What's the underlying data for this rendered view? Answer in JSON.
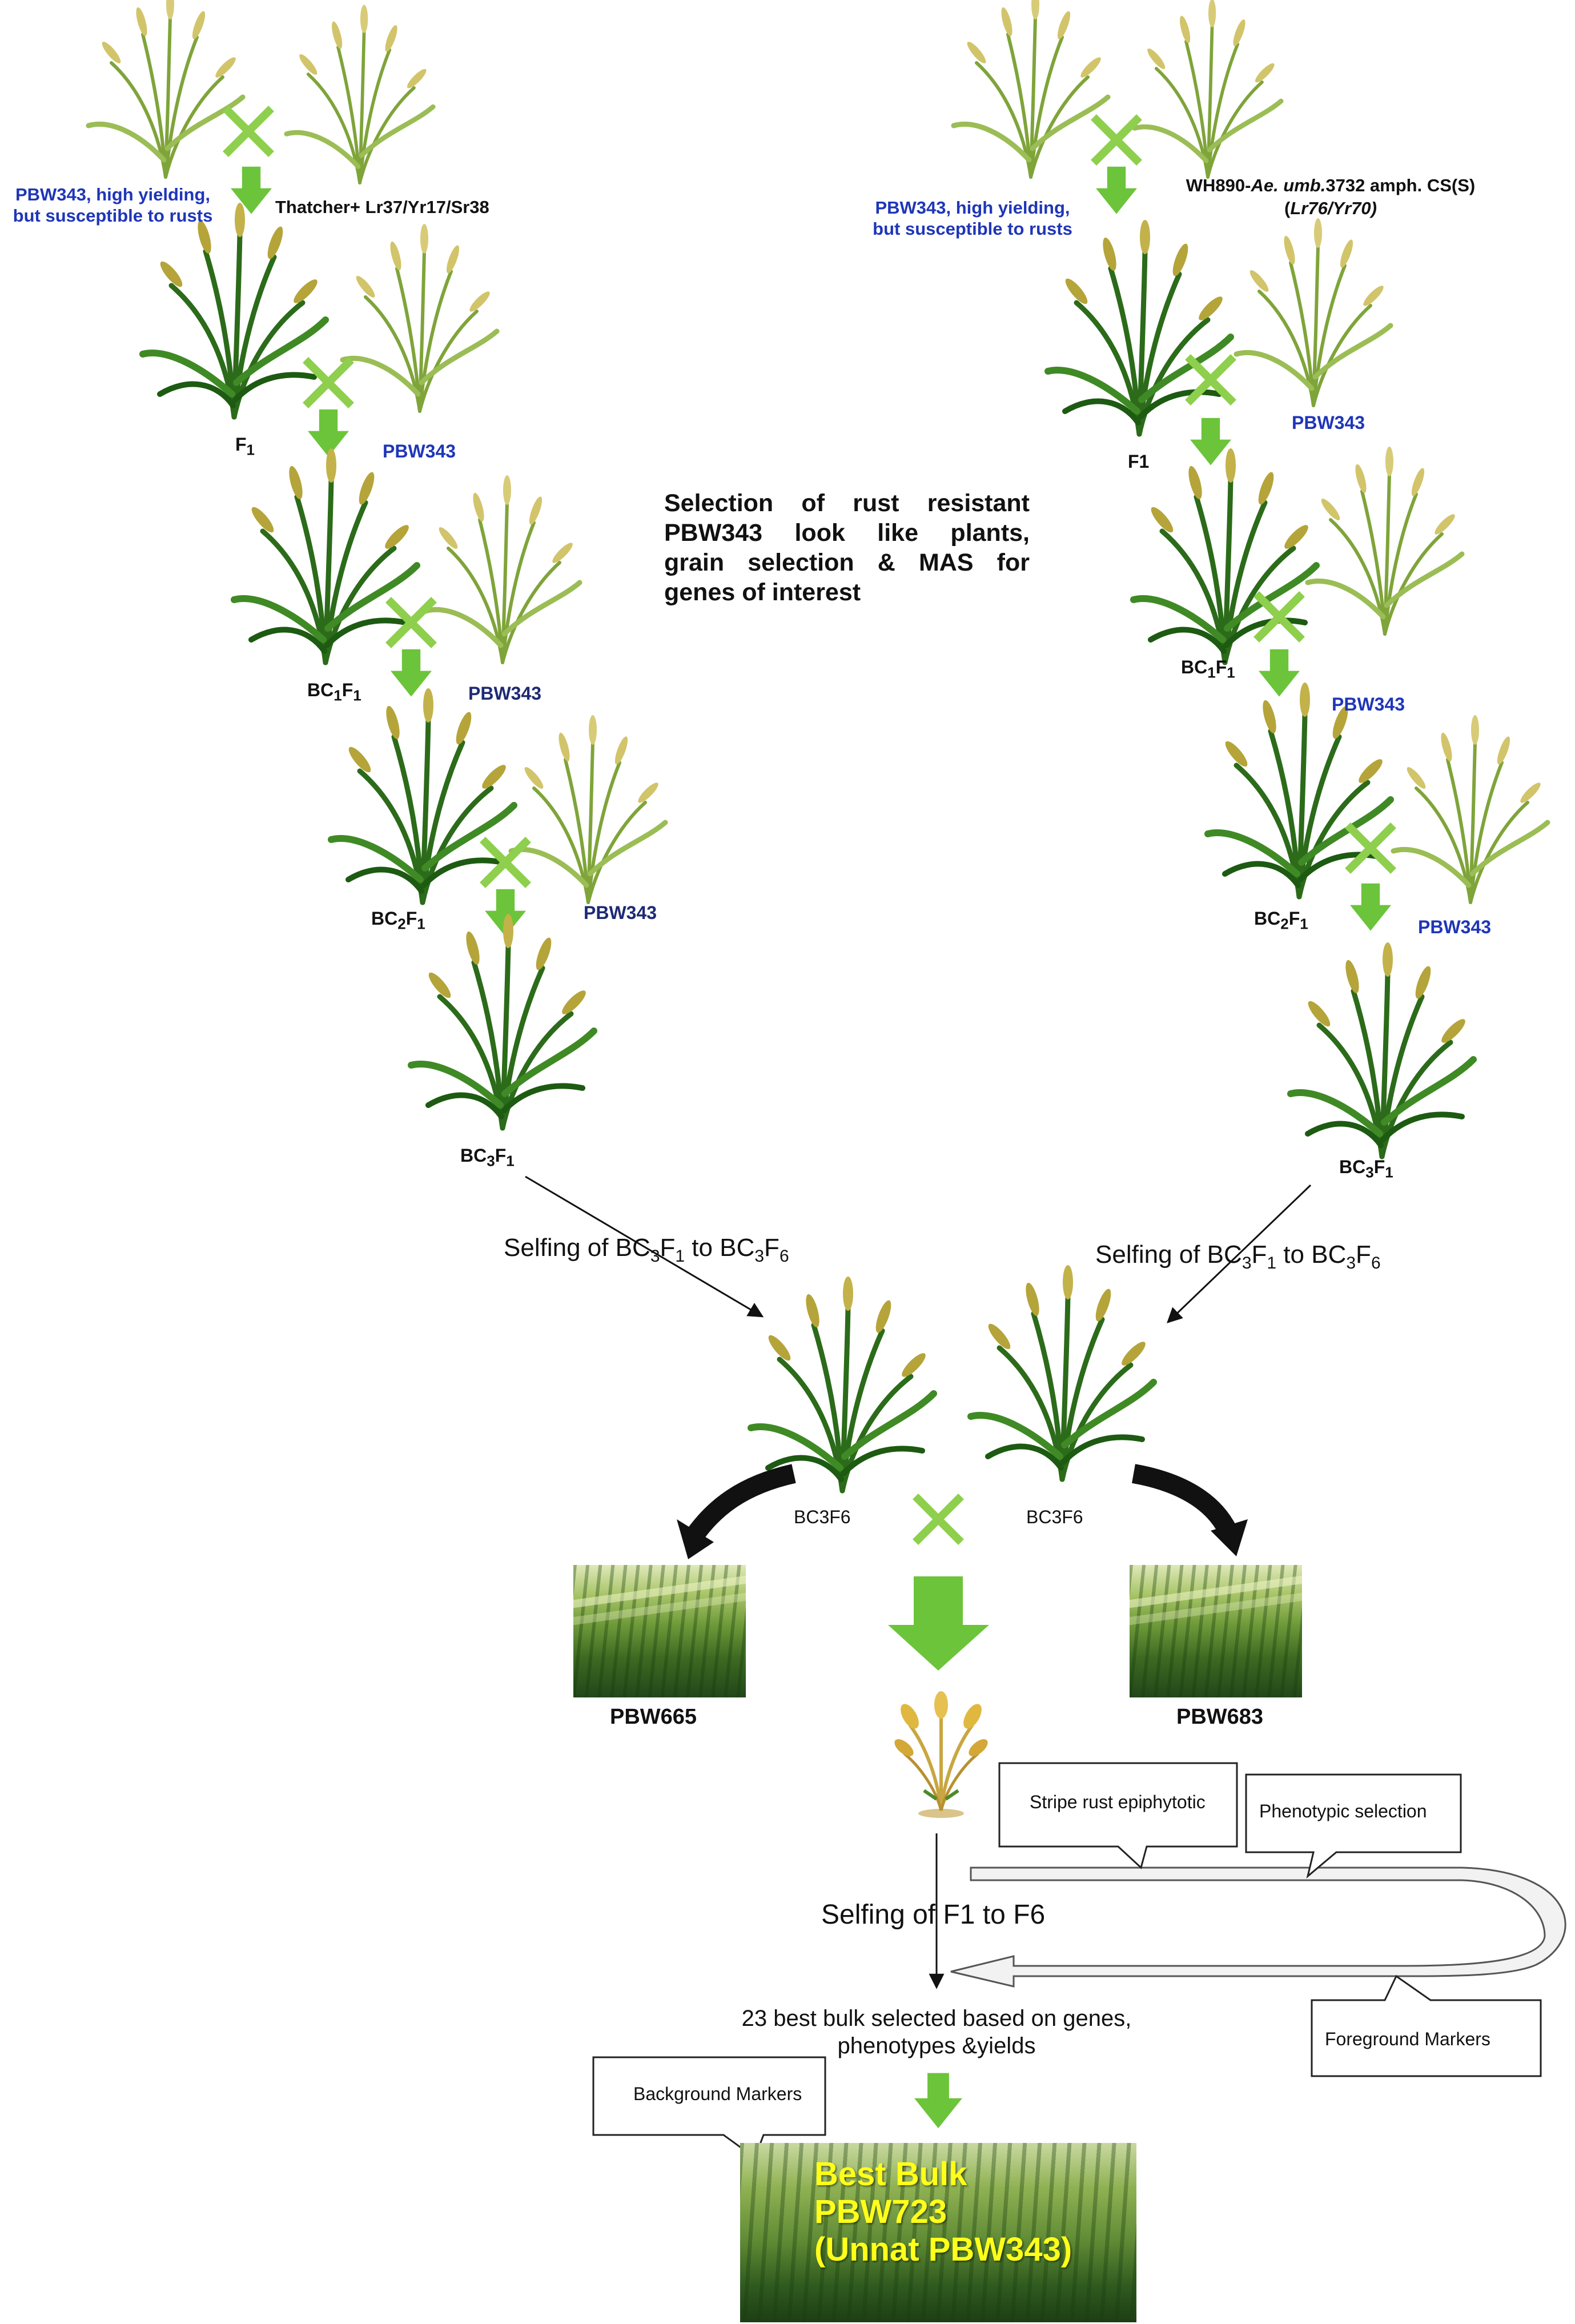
{
  "left_branch": {
    "parent_a_label_line1": "PBW343, high yielding,",
    "parent_a_label_line2": "but susceptible to rusts",
    "parent_b_label": "Thatcher+ Lr37/Yr17/Sr38",
    "gen1": "F",
    "gen1_sub": "1",
    "recurrent_1": "PBW343",
    "bc1_a": "BC",
    "bc1_b": "1",
    "bc1_c": "F",
    "bc1_d": "1",
    "recurrent_2": "PBW343",
    "bc2_a": "BC",
    "bc2_b": "2",
    "bc2_c": "F",
    "bc2_d": "1",
    "recurrent_3": "PBW343",
    "bc3_a": "BC",
    "bc3_b": "3",
    "bc3_c": "F",
    "bc3_d": "1",
    "selfing_a": "Selfing of BC",
    "selfing_b": "3",
    "selfing_c": "F",
    "selfing_d": "1",
    "selfing_e": " to BC",
    "selfing_f": "3",
    "selfing_g": "F",
    "selfing_h": "6",
    "final_gen": "BC3F6",
    "variety": "PBW665"
  },
  "right_branch": {
    "parent_a_label_line1": "PBW343, high yielding,",
    "parent_a_label_line2": "but susceptible to rusts",
    "parent_b_line1_a": "WH890-",
    "parent_b_line1_b": "Ae. umb.",
    "parent_b_line1_c": "3732 amph. CS(S)",
    "parent_b_line2_a": "(",
    "parent_b_line2_b": "Lr76/Yr70)",
    "gen1": "F1",
    "recurrent_1": "PBW343",
    "bc1_a": "BC",
    "bc1_b": "1",
    "bc1_c": "F",
    "bc1_d": "1",
    "recurrent_2": "PBW343",
    "bc2_a": "BC",
    "bc2_b": "2",
    "bc2_c": "F",
    "bc2_d": "1",
    "recurrent_3": "PBW343",
    "bc3_a": "BC",
    "bc3_b": "3",
    "bc3_c": "F",
    "bc3_d": "1",
    "selfing_a": "Selfing of BC",
    "selfing_b": "3",
    "selfing_c": "F",
    "selfing_d": "1",
    "selfing_e": " to BC",
    "selfing_f": "3",
    "selfing_g": "F",
    "selfing_h": "6",
    "final_gen": "BC3F6",
    "variety": "PBW683"
  },
  "center": {
    "selection_note_line1": "Selection of rust resistant",
    "selection_note_line2": "PBW343 look like plants,",
    "selection_note_line3": "grain selection & MAS for",
    "selection_note_line4": "genes of interest",
    "selfing_f1_f6": "Selfing of F1 to F6",
    "bulk_line1": "23 best bulk selected based on genes,",
    "bulk_line2": "phenotypes &yields"
  },
  "callouts": {
    "stripe_rust": "Stripe rust epiphytotic",
    "phenotypic": "Phenotypic selection",
    "foreground": "Foreground Markers",
    "background": "Background Markers"
  },
  "final_product": {
    "line1": "Best Bulk",
    "line2": "PBW723",
    "line3": "(Unnat PBW343)"
  },
  "colors": {
    "cross_green": "#8ecf4e",
    "arrow_green": "#6cc43a",
    "label_blue": "#1f36b8",
    "label_navy": "#1d2a74",
    "highlight_yellow": "#ffff1a",
    "plant_dark": "#2b6b1a",
    "plant_light": "#7fa43a"
  }
}
